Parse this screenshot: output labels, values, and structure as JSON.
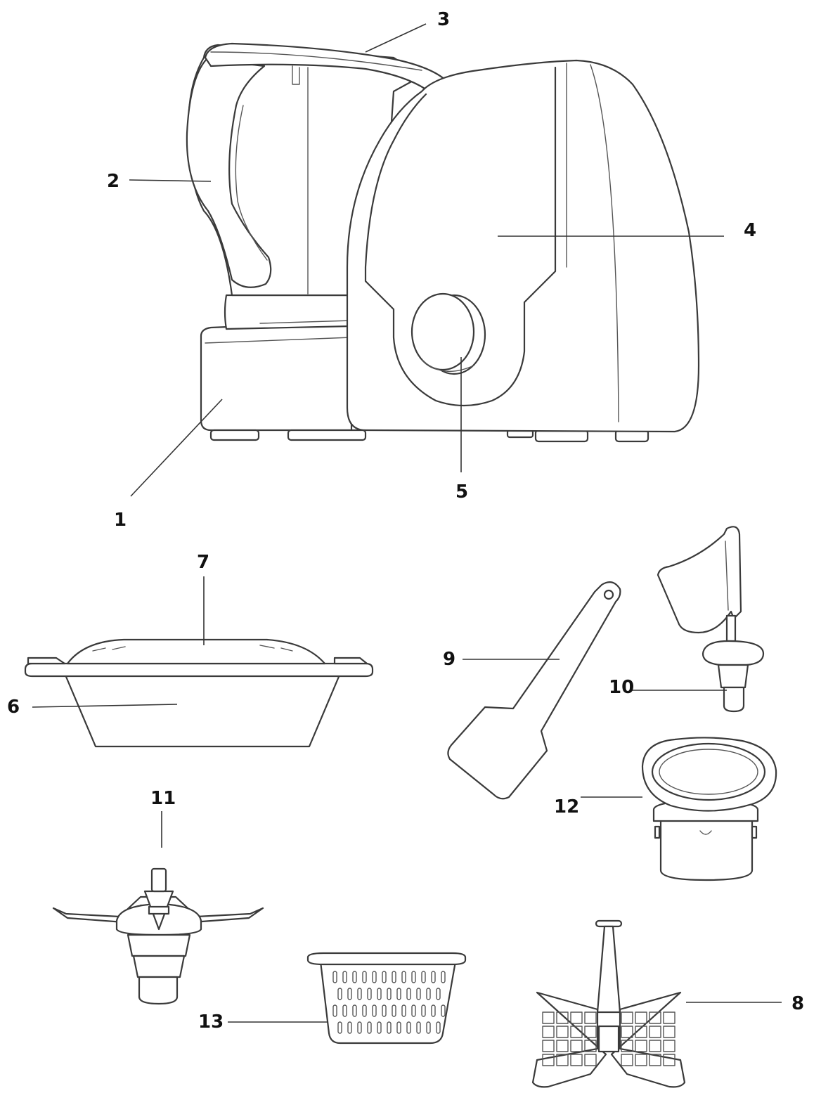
{
  "callouts": [
    {
      "label": "1"
    },
    {
      "label": "2"
    },
    {
      "label": "3"
    },
    {
      "label": "4"
    },
    {
      "label": "5"
    },
    {
      "label": "6"
    },
    {
      "label": "7"
    },
    {
      "label": "8"
    },
    {
      "label": "9"
    },
    {
      "label": "10"
    },
    {
      "label": "11"
    },
    {
      "label": "12"
    },
    {
      "label": "13"
    }
  ],
  "colors": {
    "line": "#3a3a3a",
    "background": "#ffffff",
    "text": "#111111"
  }
}
